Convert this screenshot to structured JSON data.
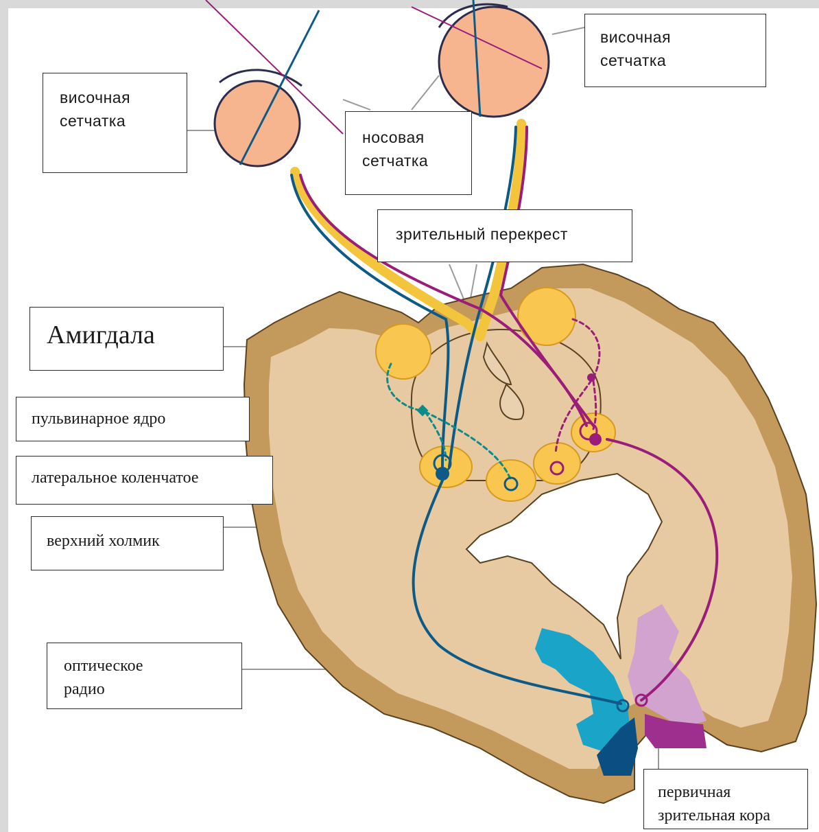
{
  "colors": {
    "cortex_outer": "#c49a5c",
    "cortex_inner": "#e7c9a2",
    "eye_fill": "#f6b58e",
    "nucleus": "#f9c74f",
    "path_blue": "#0d5a86",
    "path_purple": "#9b1d7a",
    "path_yellow": "#f2c53d",
    "cortex_blue": "#19a4c8",
    "cortex_blue_dark": "#0b4f82",
    "cortex_purple": "#9e2f8f",
    "cortex_purple_light": "#d3a3cf",
    "leader_line": "#9a9a9a"
  },
  "labels": {
    "temporal_retina_left": [
      "височная",
      "сетчатка"
    ],
    "temporal_retina_right": [
      "височная",
      "сетчатка"
    ],
    "nasal_retina": [
      "носовая",
      "сетчатка"
    ],
    "optic_chiasm": "зрительный перекрест",
    "amygdala": "Амигдала",
    "pulvinar": "пульвинарное ядро",
    "lateral_geniculate": "латеральное  коленчатое",
    "superior_colliculus": "верхний холмик",
    "optic_radiation": [
      "оптическое",
      "радио"
    ],
    "primary_visual_cortex": [
      "первичная",
      "зрительная  кора"
    ]
  }
}
